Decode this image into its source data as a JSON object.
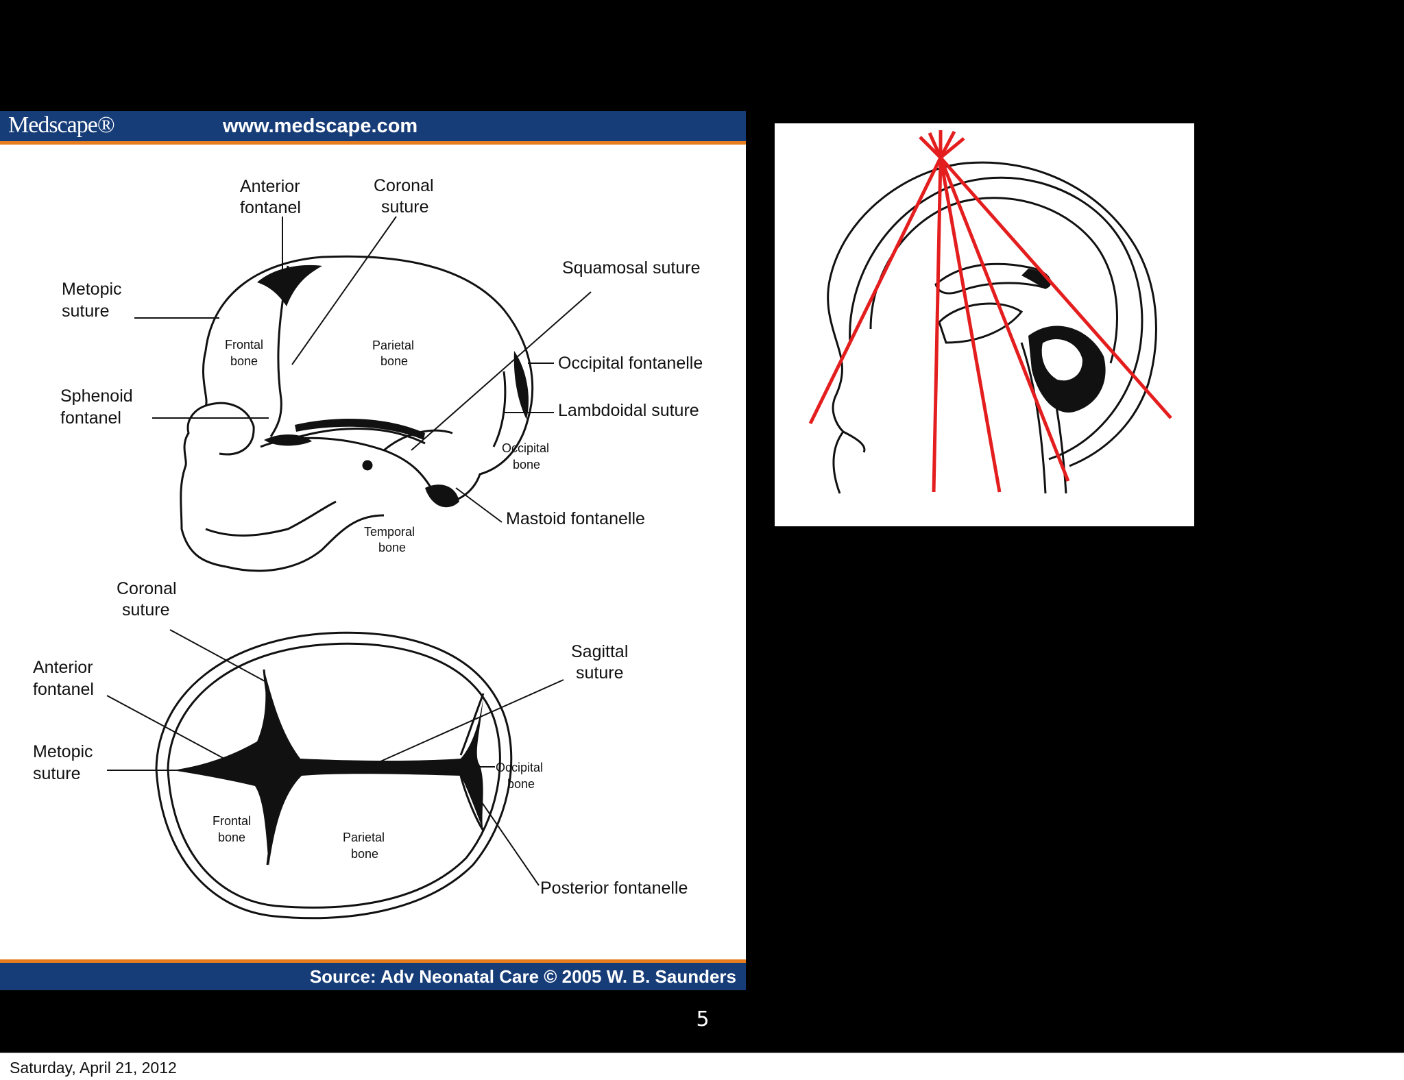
{
  "slide": {
    "header": {
      "logo": "Medscape®",
      "url": "www.medscape.com"
    },
    "source": "Source: Adv Neonatal Care © 2005 W. B. Saunders",
    "number": "5",
    "colors": {
      "header_blue": "#173d78",
      "accent_orange": "#e87d1e",
      "ray_red": "#e41e1e"
    }
  },
  "lateral_view": {
    "anterior_fontanel": [
      "Anterior",
      "fontanel"
    ],
    "coronal_suture": [
      "Coronal",
      "suture"
    ],
    "metopic_suture": [
      "Metopic",
      "suture"
    ],
    "squamosal_suture": "Squamosal suture",
    "frontal_bone": [
      "Frontal",
      "bone"
    ],
    "parietal_bone": [
      "Parietal",
      "bone"
    ],
    "occipital_fontanelle": "Occipital fontanelle",
    "sphenoid_fontanel": [
      "Sphenoid",
      "fontanel"
    ],
    "lambdoidal_suture": "Lambdoidal suture",
    "occipital_bone": [
      "Occipital",
      "bone"
    ],
    "mastoid_fontanelle": "Mastoid fontanelle",
    "temporal_bone": [
      "Temporal",
      "bone"
    ]
  },
  "top_view": {
    "coronal_suture": [
      "Coronal",
      "suture"
    ],
    "anterior_fontanel": [
      "Anterior",
      "fontanel"
    ],
    "sagittal_suture": [
      "Sagittal",
      "suture"
    ],
    "metopic_suture": [
      "Metopic",
      "suture"
    ],
    "occipital_bone": [
      "Occipital",
      "bone"
    ],
    "frontal_bone": [
      "Frontal",
      "bone"
    ],
    "parietal_bone": [
      "Parietal",
      "bone"
    ],
    "posterior_fontanelle": "Posterior fontanelle"
  },
  "footer": {
    "date": "Saturday, April 21, 2012"
  }
}
